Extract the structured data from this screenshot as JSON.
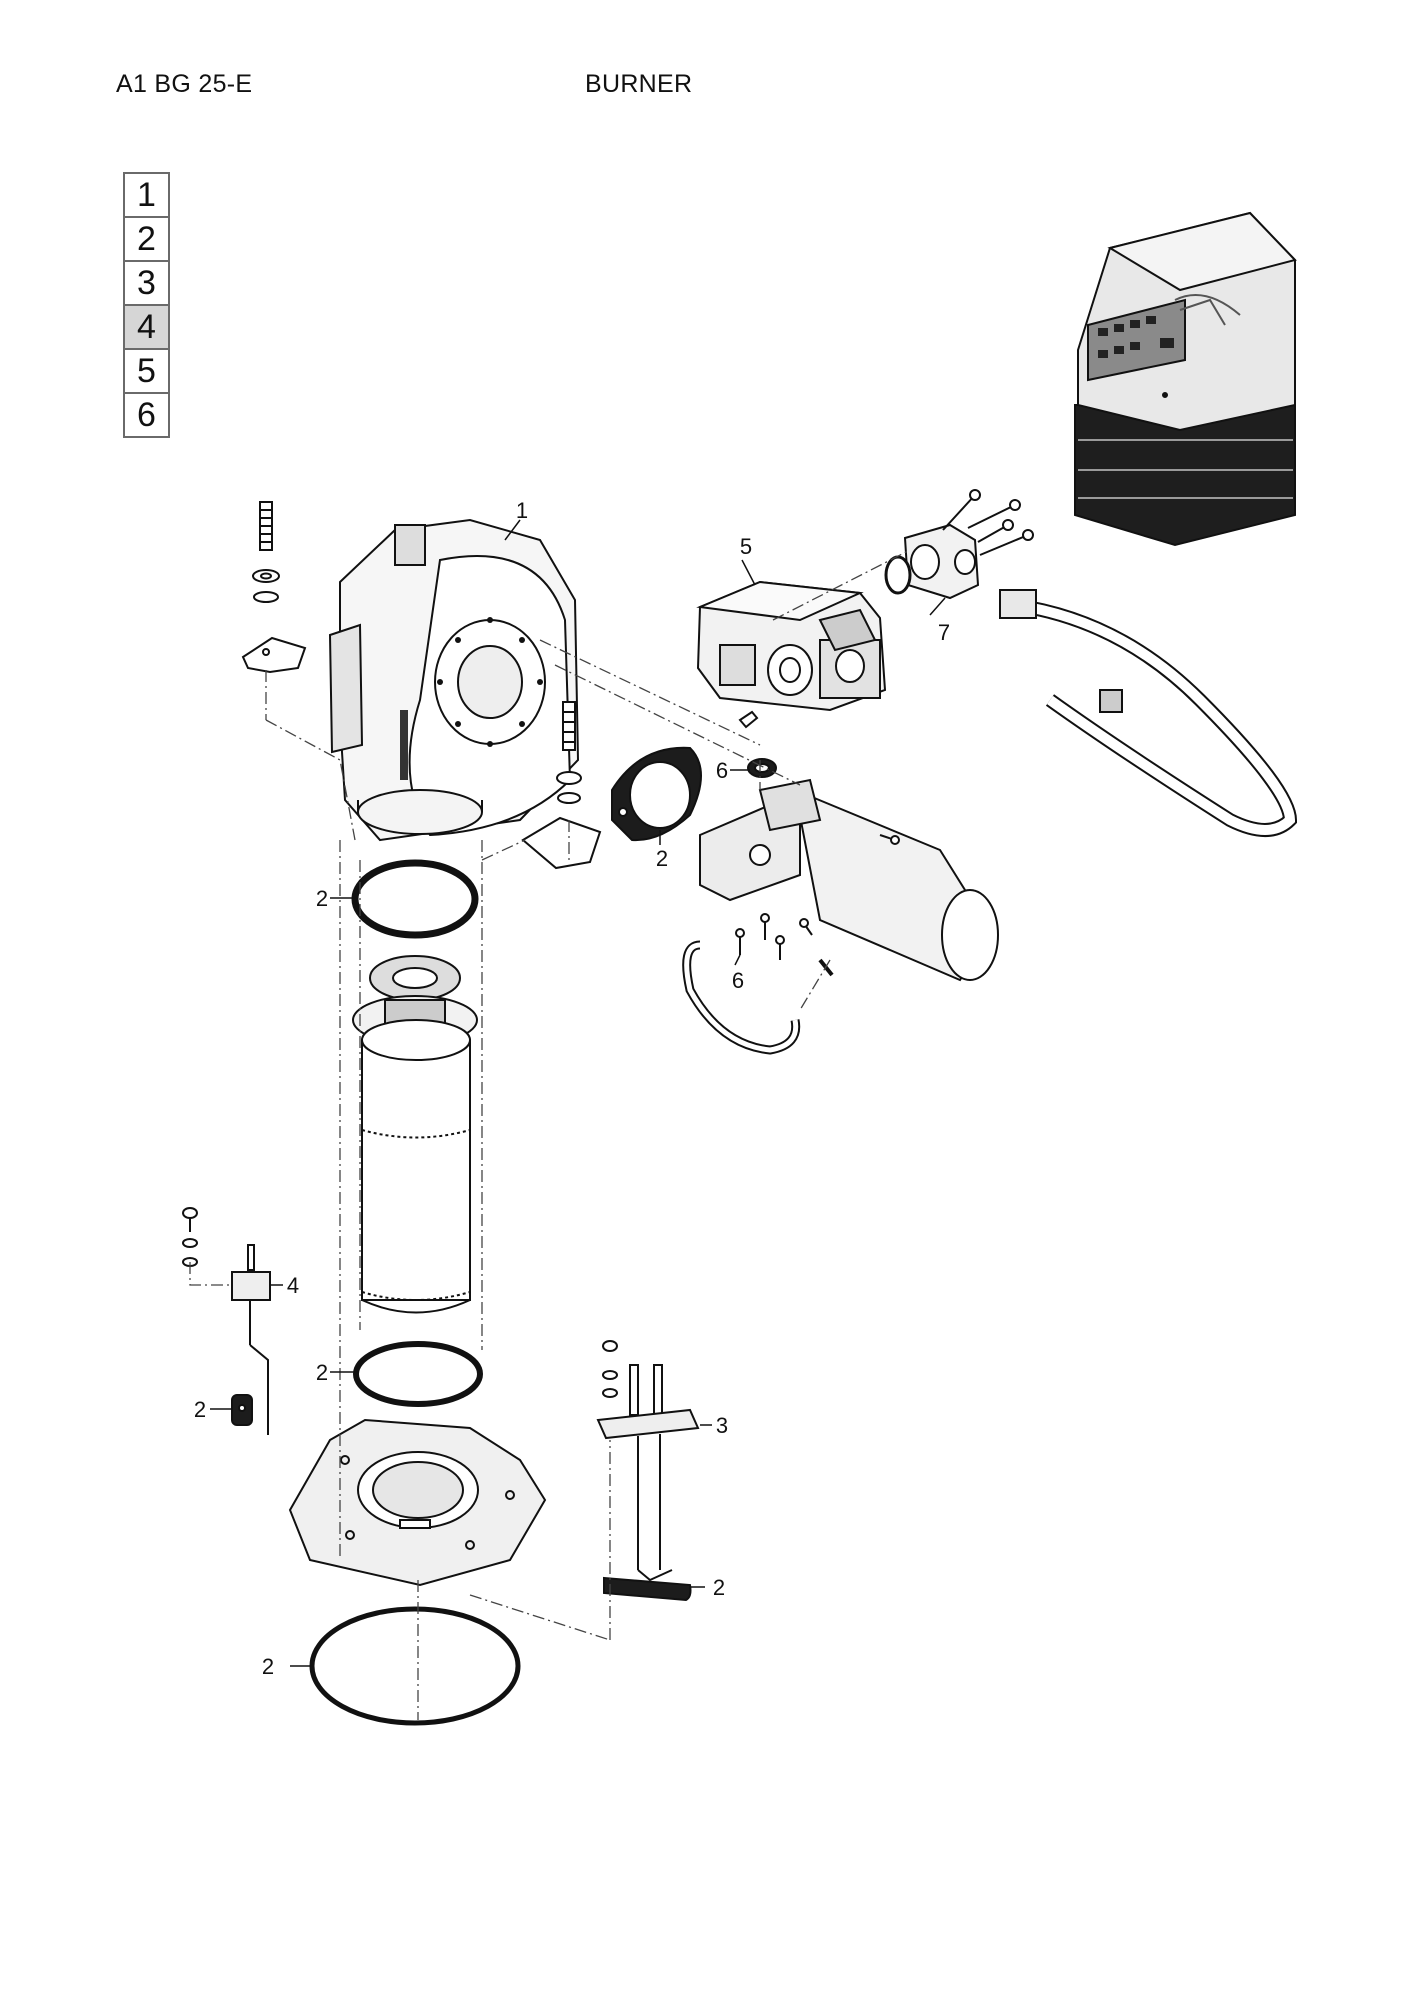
{
  "header": {
    "model": "A1 BG 25-E",
    "title": "BURNER"
  },
  "section_tabs": {
    "items": [
      "1",
      "2",
      "3",
      "4",
      "5",
      "6"
    ],
    "active": "4"
  },
  "callouts": [
    {
      "id": "c1",
      "text": "1"
    },
    {
      "id": "c5",
      "text": "5"
    },
    {
      "id": "c7",
      "text": "7"
    },
    {
      "id": "c6a",
      "text": "6"
    },
    {
      "id": "c2a",
      "text": "2"
    },
    {
      "id": "c2b",
      "text": "2"
    },
    {
      "id": "c6b",
      "text": "6"
    },
    {
      "id": "c4",
      "text": "4"
    },
    {
      "id": "c2c",
      "text": "2"
    },
    {
      "id": "c2d",
      "text": "2"
    },
    {
      "id": "c3",
      "text": "3"
    },
    {
      "id": "c2e",
      "text": "2"
    },
    {
      "id": "c2f",
      "text": "2"
    }
  ]
}
